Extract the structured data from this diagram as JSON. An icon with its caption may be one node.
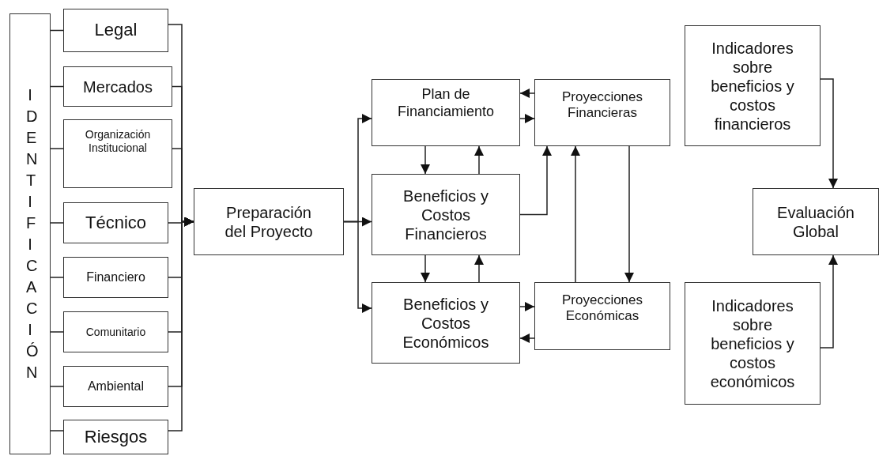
{
  "diagram": {
    "nodes": [
      {
        "text": [
          "IDENTIFICACIÓN"
        ]
      },
      {
        "text": [
          "Legal"
        ]
      },
      {
        "text": [
          "Mercados"
        ]
      },
      {
        "text": [
          "Organización Institucional"
        ]
      },
      {
        "text": [
          "Técnico"
        ]
      },
      {
        "text": [
          "Financiero"
        ]
      },
      {
        "text": [
          "Comunitario"
        ]
      },
      {
        "text": [
          "Ambiental"
        ]
      },
      {
        "text": [
          "Riesgos"
        ]
      },
      {
        "text": [
          "Preparación del Proyecto"
        ]
      },
      {
        "text": [
          "Plan de Financiamiento"
        ]
      },
      {
        "text": [
          "Beneficios y Costos Financieros"
        ]
      },
      {
        "text": [
          "Beneficios y Costos Económicos"
        ]
      },
      {
        "text": [
          "Proyecciones Financieras"
        ]
      },
      {
        "text": [
          "Proyecciones Económicas"
        ]
      },
      {
        "text": [
          "Indicadores sobre beneficios y costos financieros"
        ]
      },
      {
        "text": [
          "Evaluación Global"
        ]
      },
      {
        "text": [
          "Indicadores sobre beneficios y costos económicos"
        ]
      }
    ],
    "edges": [
      {
        "from": 0,
        "to": 1,
        "arrow": "none"
      },
      {
        "from": 0,
        "to": 2,
        "arrow": "none"
      },
      {
        "from": 0,
        "to": 3,
        "arrow": "none"
      },
      {
        "from": 0,
        "to": 4,
        "arrow": "none"
      },
      {
        "from": 0,
        "to": 5,
        "arrow": "none"
      },
      {
        "from": 0,
        "to": 6,
        "arrow": "none"
      },
      {
        "from": 0,
        "to": 7,
        "arrow": "none"
      },
      {
        "from": 0,
        "to": 8,
        "arrow": "none"
      },
      {
        "from": 1,
        "to": 9,
        "arrow": "to"
      },
      {
        "from": 2,
        "to": 9,
        "arrow": "to"
      },
      {
        "from": 3,
        "to": 9,
        "arrow": "to"
      },
      {
        "from": 4,
        "to": 9,
        "arrow": "to"
      },
      {
        "from": 5,
        "to": 9,
        "arrow": "to"
      },
      {
        "from": 6,
        "to": 9,
        "arrow": "to"
      },
      {
        "from": 7,
        "to": 9,
        "arrow": "to"
      },
      {
        "from": 8,
        "to": 9,
        "arrow": "to"
      },
      {
        "from": 9,
        "to": 10,
        "arrow": "to"
      },
      {
        "from": 9,
        "to": 11,
        "arrow": "to"
      },
      {
        "from": 9,
        "to": 12,
        "arrow": "to"
      },
      {
        "from": 10,
        "to": 11,
        "arrow": "to"
      },
      {
        "from": 11,
        "to": 10,
        "arrow": "to"
      },
      {
        "from": 11,
        "to": 12,
        "arrow": "to"
      },
      {
        "from": 12,
        "to": 11,
        "arrow": "to"
      },
      {
        "from": 13,
        "to": 10,
        "arrow": "to"
      },
      {
        "from": 10,
        "to": 13,
        "arrow": "to"
      },
      {
        "from": 12,
        "to": 14,
        "arrow": "to"
      },
      {
        "from": 14,
        "to": 12,
        "arrow": "to"
      },
      {
        "from": 11,
        "to": 13,
        "arrow": "to"
      },
      {
        "from": 14,
        "to": 13,
        "arrow": "to"
      },
      {
        "from": 13,
        "to": 14,
        "arrow": "to"
      },
      {
        "from": 15,
        "to": 16,
        "arrow": "to"
      },
      {
        "from": 17,
        "to": 16,
        "arrow": "to"
      }
    ]
  }
}
